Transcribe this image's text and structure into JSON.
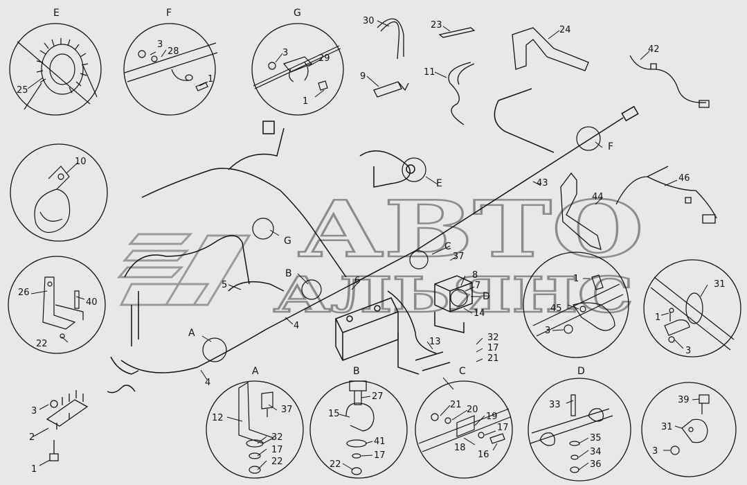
{
  "watermark": {
    "line1": "АВТО",
    "line2": "АЛЬЯНС"
  },
  "details": [
    {
      "name": "detail-e",
      "letter": "E",
      "labels": [
        "25"
      ]
    },
    {
      "name": "detail-f",
      "letter": "F",
      "labels": [
        "3",
        "28",
        "1"
      ]
    },
    {
      "name": "detail-g",
      "letter": "G",
      "labels": [
        "3",
        "29",
        "1"
      ]
    },
    {
      "name": "detail-10",
      "letter": "",
      "labels": [
        "10"
      ]
    },
    {
      "name": "detail-26",
      "letter": "",
      "labels": [
        "26",
        "40",
        "22"
      ]
    },
    {
      "name": "detail-a",
      "letter": "A",
      "labels": [
        "12",
        "37",
        "32",
        "17",
        "22"
      ]
    },
    {
      "name": "detail-b",
      "letter": "B",
      "labels": [
        "27",
        "15",
        "41",
        "17",
        "22"
      ]
    },
    {
      "name": "detail-c",
      "letter": "C",
      "labels": [
        "21",
        "20",
        "19",
        "17",
        "18",
        "16"
      ]
    },
    {
      "name": "detail-d",
      "letter": "D",
      "labels": [
        "33",
        "35",
        "34",
        "36"
      ]
    },
    {
      "name": "detail-39",
      "letter": "",
      "labels": [
        "39",
        "31",
        "3"
      ]
    },
    {
      "name": "detail-45",
      "letter": "",
      "labels": [
        "1",
        "45",
        "3"
      ]
    },
    {
      "name": "detail-31",
      "letter": "",
      "labels": [
        "31",
        "1",
        "3"
      ]
    }
  ],
  "loose_parts": [
    "30",
    "23",
    "24",
    "42",
    "9",
    "11",
    "43",
    "44",
    "46",
    "2",
    "3",
    "1"
  ],
  "main_assembly": {
    "callouts": [
      "5",
      "4",
      "4",
      "6",
      "B",
      "A",
      "G",
      "C",
      "37",
      "8",
      "7",
      "D",
      "14",
      "13",
      "32",
      "17",
      "21",
      "E",
      "F"
    ]
  }
}
